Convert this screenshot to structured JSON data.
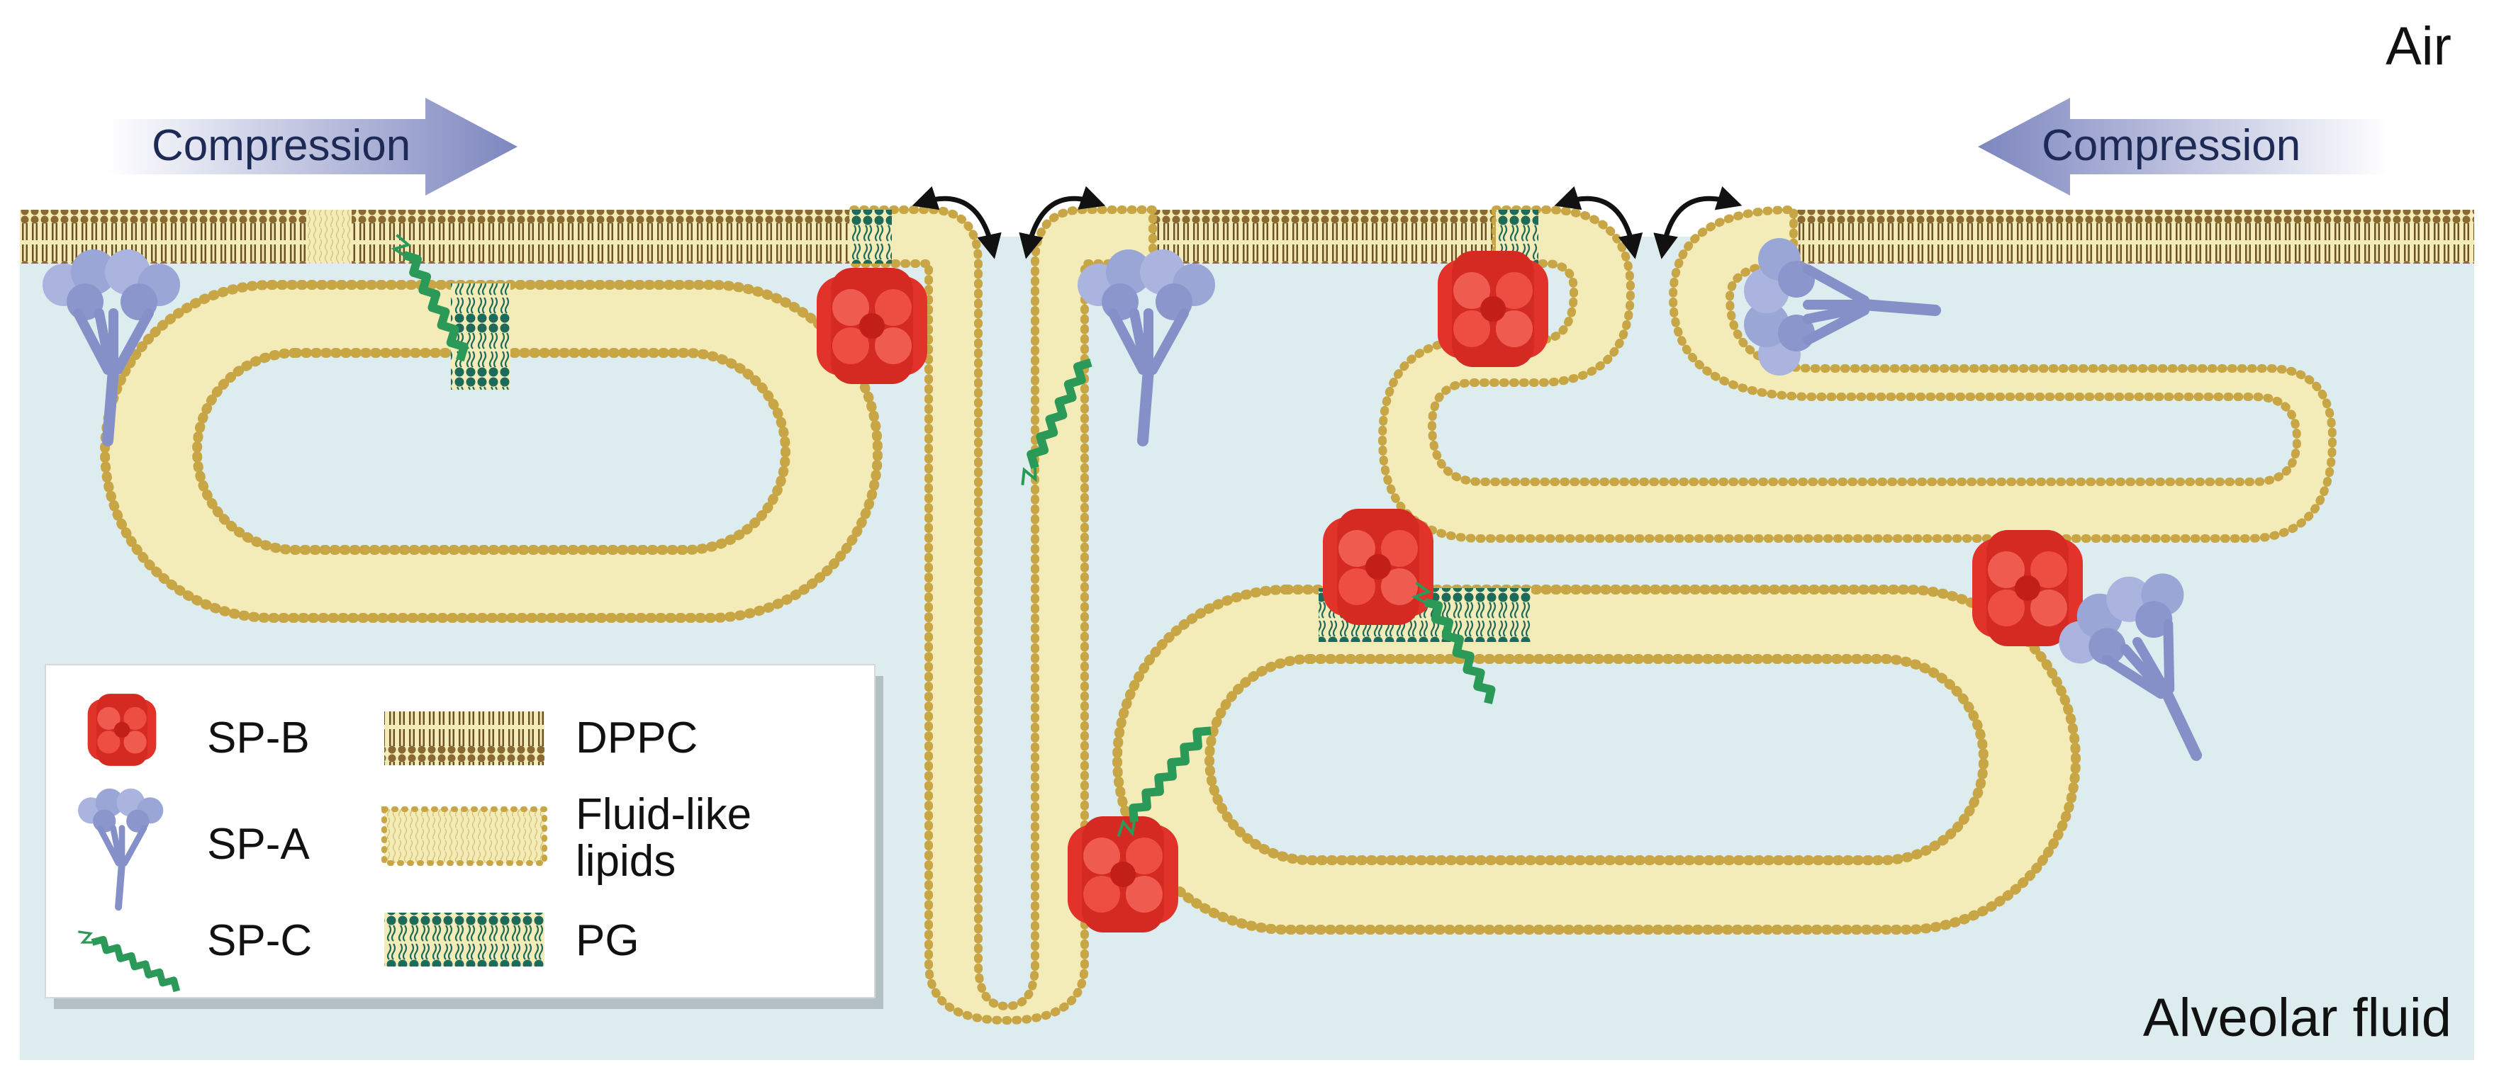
{
  "labels": {
    "air": "Air",
    "alveolar_fluid": "Alveolar fluid",
    "compression_left": "Compression",
    "compression_right": "Compression"
  },
  "legend": {
    "sp_b": "SP-B",
    "sp_a": "SP-A",
    "sp_c": "SP-C",
    "dppc": "DPPC",
    "fluid_line1": "Fluid-like",
    "fluid_line2": "lipids",
    "pg": "PG"
  },
  "colors": {
    "fluid_background": "#dcecef",
    "dppc_band": "#8a6a33",
    "fluid_lipid": "#f4ecb8",
    "lipid_head": "#c9a645",
    "pg_head": "#1e6b5a",
    "sp_b": "#e2332b",
    "sp_a": "#9aa6d6",
    "sp_c": "#2b9a58",
    "arrow": "#7d86bf"
  },
  "icons": [
    "sp-b-icon",
    "sp-a-icon",
    "sp-c-icon",
    "dppc-swatch-icon",
    "fluid-lipid-swatch-icon",
    "pg-swatch-icon",
    "compression-arrow-icon",
    "flex-arrow-icon"
  ]
}
